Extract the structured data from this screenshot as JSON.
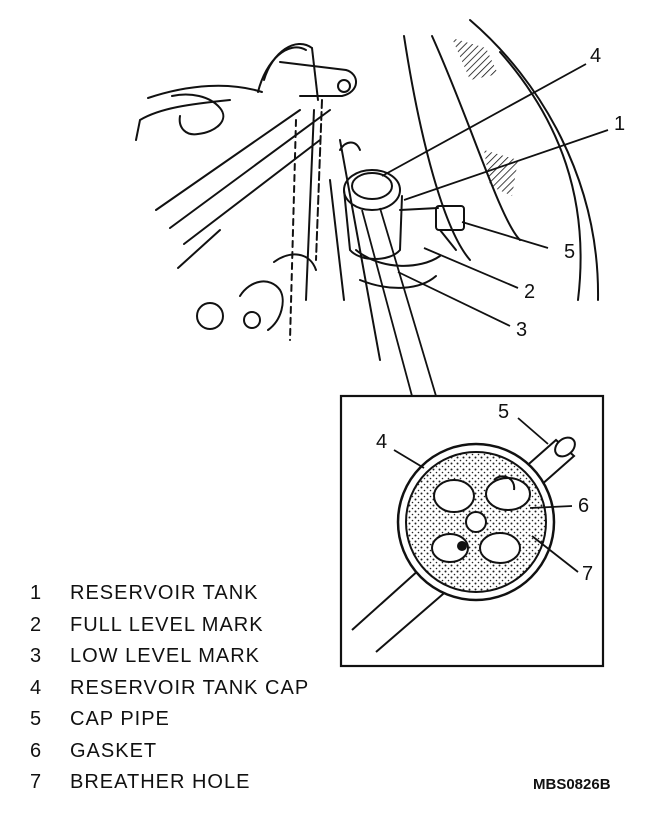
{
  "callouts": {
    "c4_top": "4",
    "c1_top": "1",
    "c5_top": "5",
    "c2_top": "2",
    "c3_top": "3",
    "c5_detail": "5",
    "c4_detail": "4",
    "c6_detail": "6",
    "c7_detail": "7"
  },
  "legend": [
    {
      "num": "1",
      "label": "RESERVOIR TANK"
    },
    {
      "num": "2",
      "label": "FULL LEVEL MARK"
    },
    {
      "num": "3",
      "label": "LOW LEVEL MARK"
    },
    {
      "num": "4",
      "label": "RESERVOIR TANK CAP"
    },
    {
      "num": "5",
      "label": "CAP PIPE"
    },
    {
      "num": "6",
      "label": "GASKET"
    },
    {
      "num": "7",
      "label": "BREATHER HOLE"
    }
  ],
  "figure_code": "MBS0826B"
}
